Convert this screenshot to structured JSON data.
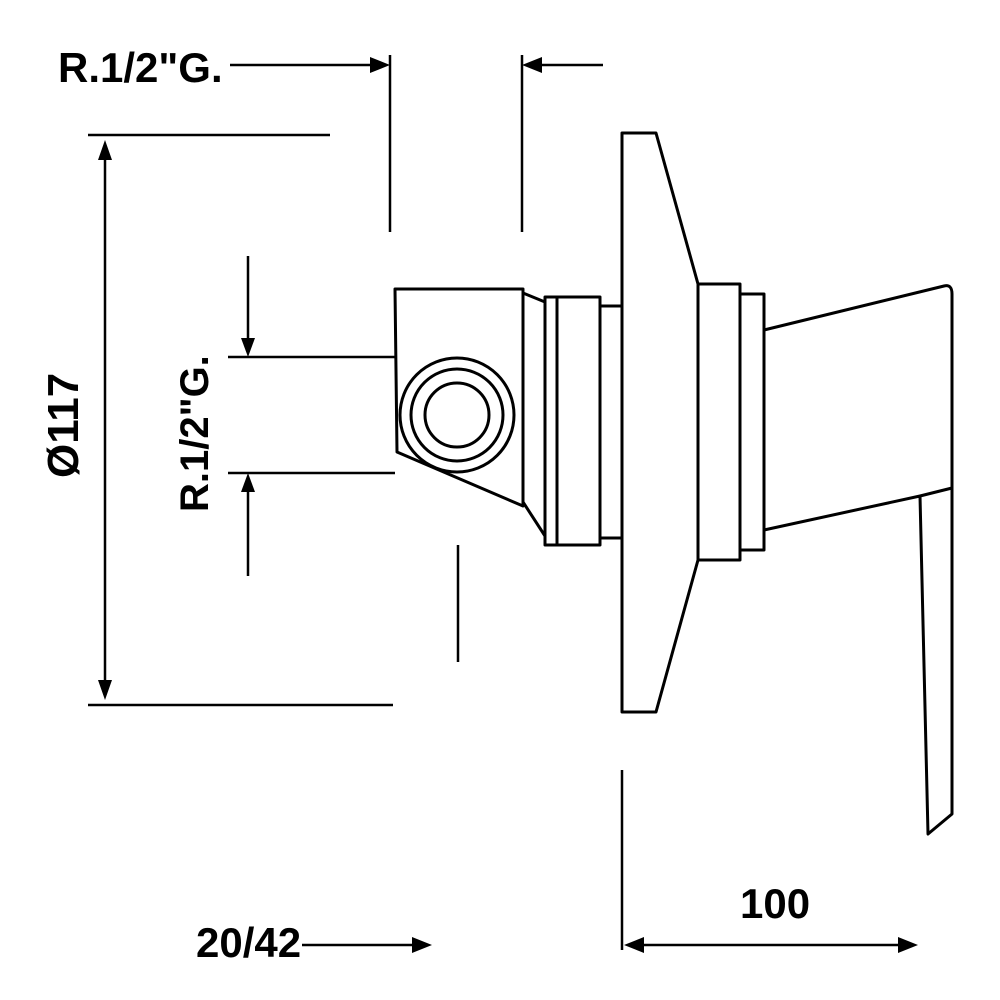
{
  "page": {
    "background": "#ffffff",
    "line_color": "#000000"
  },
  "diagram": {
    "type": "technical-drawing",
    "labels": {
      "top_port": "R.1/2\"G.",
      "plate_diameter": "Ø117",
      "inlet_port": "R.1/2\"G.",
      "installation_depth": "20/42",
      "handle_projection": "100"
    }
  }
}
